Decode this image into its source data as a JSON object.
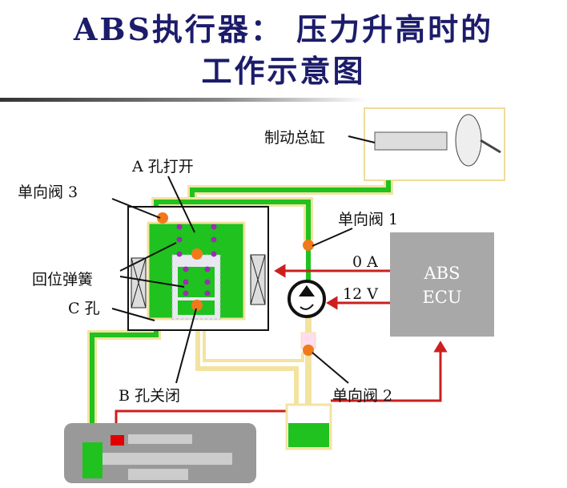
{
  "title": {
    "line1": "ABS执行器： 压力升高时的",
    "line2": "工作示意图"
  },
  "labels": {
    "master_cylinder": "制动总缸",
    "hole_a_open": "A 孔打开",
    "check_valve_3": "单向阀 3",
    "check_valve_1": "单向阀 1",
    "check_valve_2": "单向阀 2",
    "current": "0 A",
    "voltage": "12 V",
    "return_spring": "回位弹簧",
    "hole_c": "C 孔",
    "hole_b_closed": "B 孔关闭"
  },
  "ecu": {
    "line1": "ABS",
    "line2": "ECU"
  },
  "colors": {
    "fluid": "#1fc21f",
    "pipe": "#f3e3a0",
    "signal": "#cc1f1f",
    "valve": "#f07a1a",
    "ecu": "#a8a8a8",
    "spring": "#9a2fb0"
  }
}
